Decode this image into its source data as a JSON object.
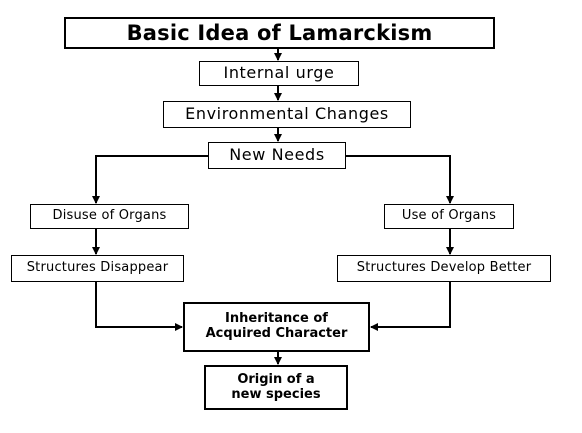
{
  "title": "Basic Idea of Lamarckism",
  "nodes": {
    "internal_urge": "Internal urge",
    "environmental_changes": "Environmental Changes",
    "new_needs": "New Needs",
    "disuse_of_organs": "Disuse of Organs",
    "use_of_organs": "Use of Organs",
    "structures_disappear": "Structures Disappear",
    "structures_develop_better": "Structures Develop Better",
    "inheritance_line1": "Inheritance of",
    "inheritance_line2": "Acquired Character",
    "origin_line1": "Origin of a",
    "origin_line2": "new species"
  },
  "colors": {
    "line": "#000000",
    "box_border": "#000000",
    "background": "#ffffff"
  }
}
